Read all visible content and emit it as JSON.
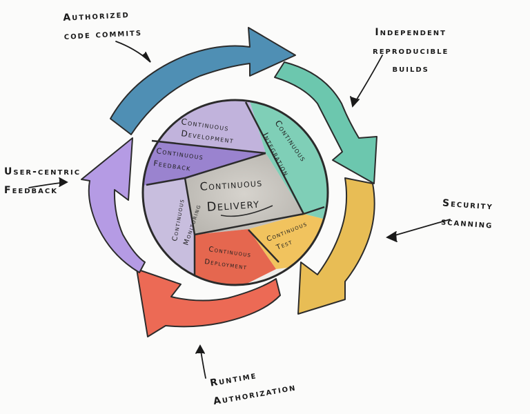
{
  "annotations": {
    "code_commits": "Authorized\ncode    commits",
    "builds": "Independent\nreproducible\nbuilds",
    "security": "Security\nscanning",
    "runtime": "Runtime\nAuthorization",
    "feedback": "User-centric\nFeedback"
  },
  "center": {
    "title_line1": "Continuous",
    "title_line2": "Delivery"
  },
  "segments": {
    "development_1": "Continuous",
    "development_2": "Development",
    "integration_1": "Continuous",
    "integration_2": "Integration",
    "feedback_1": "Continuous",
    "feedback_2": "Feedback",
    "monitoring_1": "Continuous",
    "monitoring_2": "Monitoring",
    "test_1": "Continuous",
    "test_2": "Test",
    "deployment_1": "Continuous",
    "deployment_2": "Deployment"
  },
  "colors": {
    "blue_arrow": "#4f8fb4",
    "teal_arrow": "#6cc7ae",
    "yellow_arrow": "#e8bd55",
    "red_arrow": "#ec6a55",
    "purple_arrow": "#b59be4",
    "inner_teal": "#7fcfb7",
    "inner_purple": "#9a83cf",
    "inner_red": "#e5674f",
    "inner_yellow": "#f1c35e",
    "inner_gray": "#c9c6c0"
  }
}
